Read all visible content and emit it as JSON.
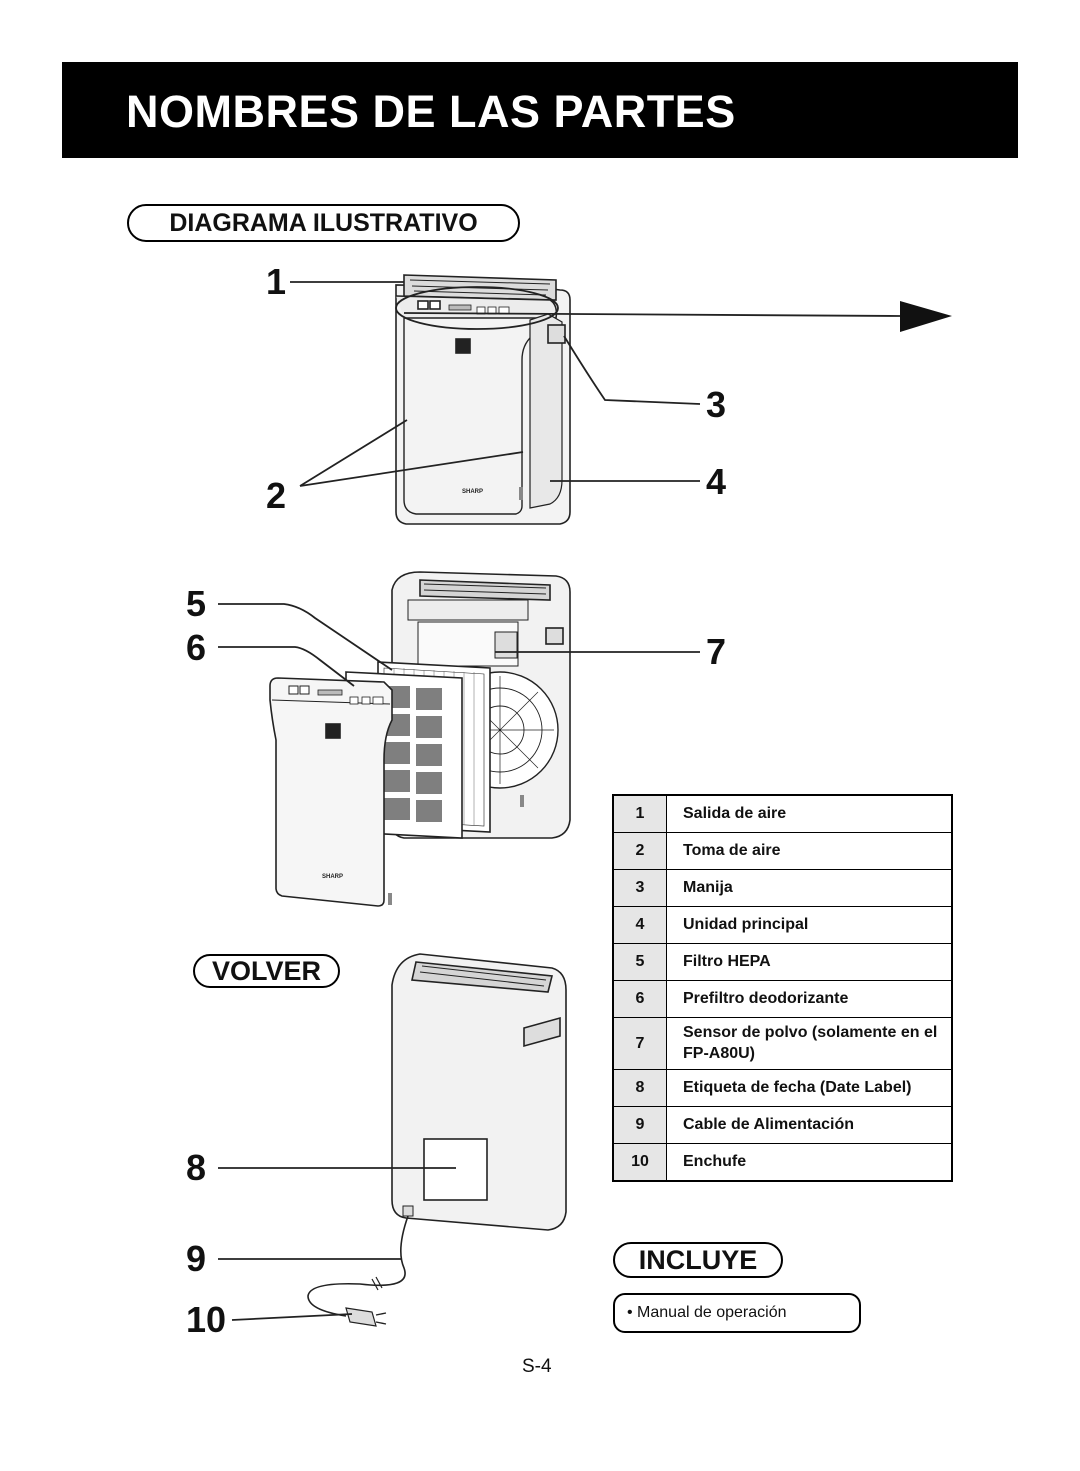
{
  "header": {
    "title": "NOMBRES DE LAS PARTES"
  },
  "sections": {
    "diagram": "DIAGRAMA ILUSTRATIVO",
    "volver": "VOLVER",
    "incluye": "INCLUYE"
  },
  "callouts": [
    "1",
    "2",
    "3",
    "4",
    "5",
    "6",
    "7",
    "8",
    "9",
    "10"
  ],
  "brand": "SHARP",
  "parts": [
    {
      "num": "1",
      "label": "Salida de aire"
    },
    {
      "num": "2",
      "label": "Toma de aire"
    },
    {
      "num": "3",
      "label": "Manija"
    },
    {
      "num": "4",
      "label": "Unidad principal"
    },
    {
      "num": "5",
      "label": "Filtro HEPA"
    },
    {
      "num": "6",
      "label": "Prefiltro deodorizante"
    },
    {
      "num": "7",
      "label": "Sensor de polvo  (solamente en el FP-A80U)"
    },
    {
      "num": "8",
      "label": "Etiqueta de fecha (Date Label)"
    },
    {
      "num": "9",
      "label": "Cable de Alimentación"
    },
    {
      "num": "10",
      "label": "Enchufe"
    }
  ],
  "includes": [
    "• Manual de operación"
  ],
  "page_number": "S-4"
}
